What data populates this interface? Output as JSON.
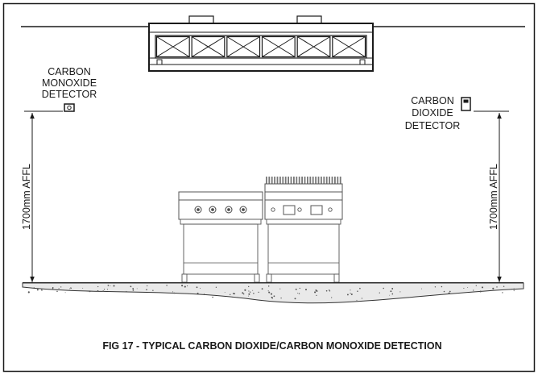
{
  "figure": {
    "caption": "FIG 17 - TYPICAL CARBON DIOXIDE/CARBON MONOXIDE DETECTION"
  },
  "detectors": {
    "co": {
      "label_lines": [
        "CARBON",
        "MONOXIDE",
        "DETECTOR"
      ]
    },
    "co2": {
      "label_lines": [
        "CARBON",
        "DIOXIDE",
        "DETECTOR"
      ]
    }
  },
  "dimensions": {
    "left": "1700mm AFFL",
    "right": "1700mm AFFL"
  }
}
